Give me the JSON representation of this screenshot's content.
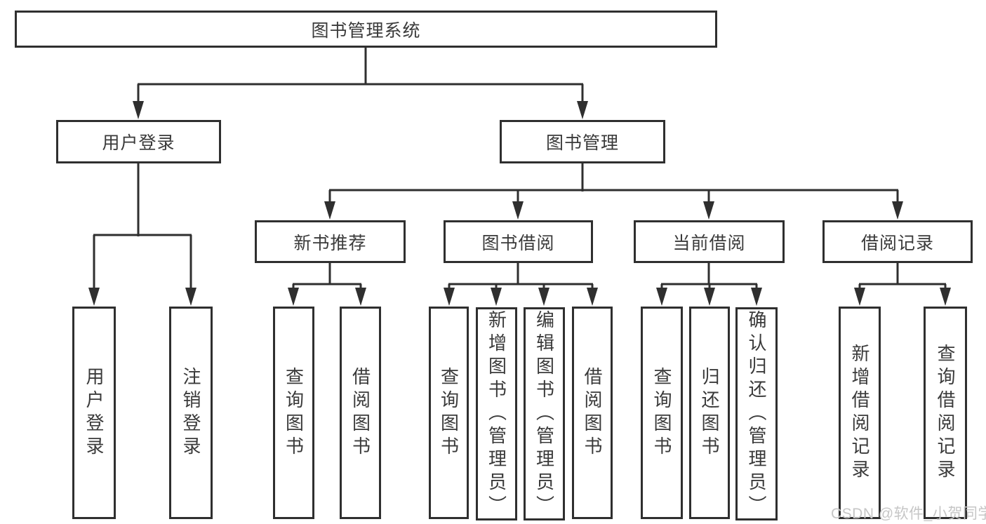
{
  "diagram": {
    "root": "图书管理系统",
    "branches": [
      {
        "label": "用户登录",
        "children": [
          "用户登录",
          "注销登录"
        ]
      },
      {
        "label": "图书管理",
        "groups": [
          {
            "label": "新书推荐",
            "children": [
              "查询图书",
              "借阅图书"
            ]
          },
          {
            "label": "图书借阅",
            "children": [
              "查询图书",
              "新增图书（管理员）",
              "编辑图书（管理员）",
              "借阅图书"
            ]
          },
          {
            "label": "当前借阅",
            "children": [
              "查询图书",
              "归还图书",
              "确认归还（管理员）"
            ]
          },
          {
            "label": "借阅记录",
            "children": [
              "新增借阅记录",
              "查询借阅记录"
            ]
          }
        ]
      }
    ]
  },
  "watermark": "CSDN @软件_小贺同学",
  "colors": {
    "line": "#2f2f2f",
    "text": "#3a3a3a",
    "background": "#ffffff",
    "watermark": "#c6c6c6"
  }
}
